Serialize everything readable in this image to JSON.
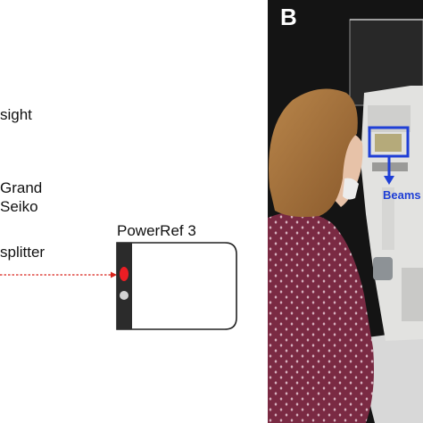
{
  "panel_a": {
    "labels": {
      "sight": "sight",
      "grand": "Grand",
      "seiko": "Seiko",
      "splitter": "splitter",
      "device": "PowerRef 3"
    }
  },
  "panel_b": {
    "letter": "B",
    "beamsplitter_label": "Beams"
  },
  "colors": {
    "beam": "#d9231b",
    "device_body": "#2b2b2b",
    "marker_box": "#1f3fd6",
    "panel_b_letter": "#ffffff"
  }
}
